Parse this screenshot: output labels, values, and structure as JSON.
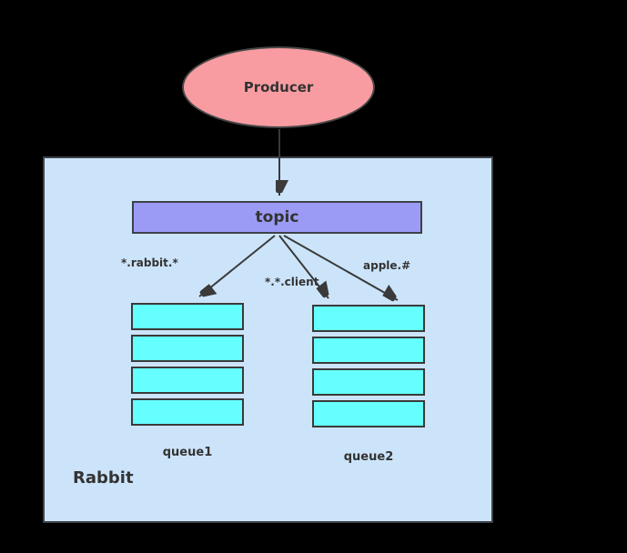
{
  "diagram": {
    "producer": {
      "label": "Producer"
    },
    "exchange": {
      "label": "topic"
    },
    "bindings": [
      {
        "label": "*.rabbit.*"
      },
      {
        "label": "*.*.client"
      },
      {
        "label": "apple.#"
      }
    ],
    "queues": [
      {
        "label": "queue1",
        "slots": 4
      },
      {
        "label": "queue2",
        "slots": 4
      }
    ],
    "container": {
      "label": "Rabbit"
    }
  },
  "colors": {
    "background": "#000000",
    "container_fill": "#cce4fa",
    "producer_fill": "#f99ca1",
    "exchange_fill": "#9b9bf5",
    "queue_fill": "#66ffff",
    "border": "#3d4149",
    "arrow": "#3a3a3a",
    "text": "#333333"
  }
}
